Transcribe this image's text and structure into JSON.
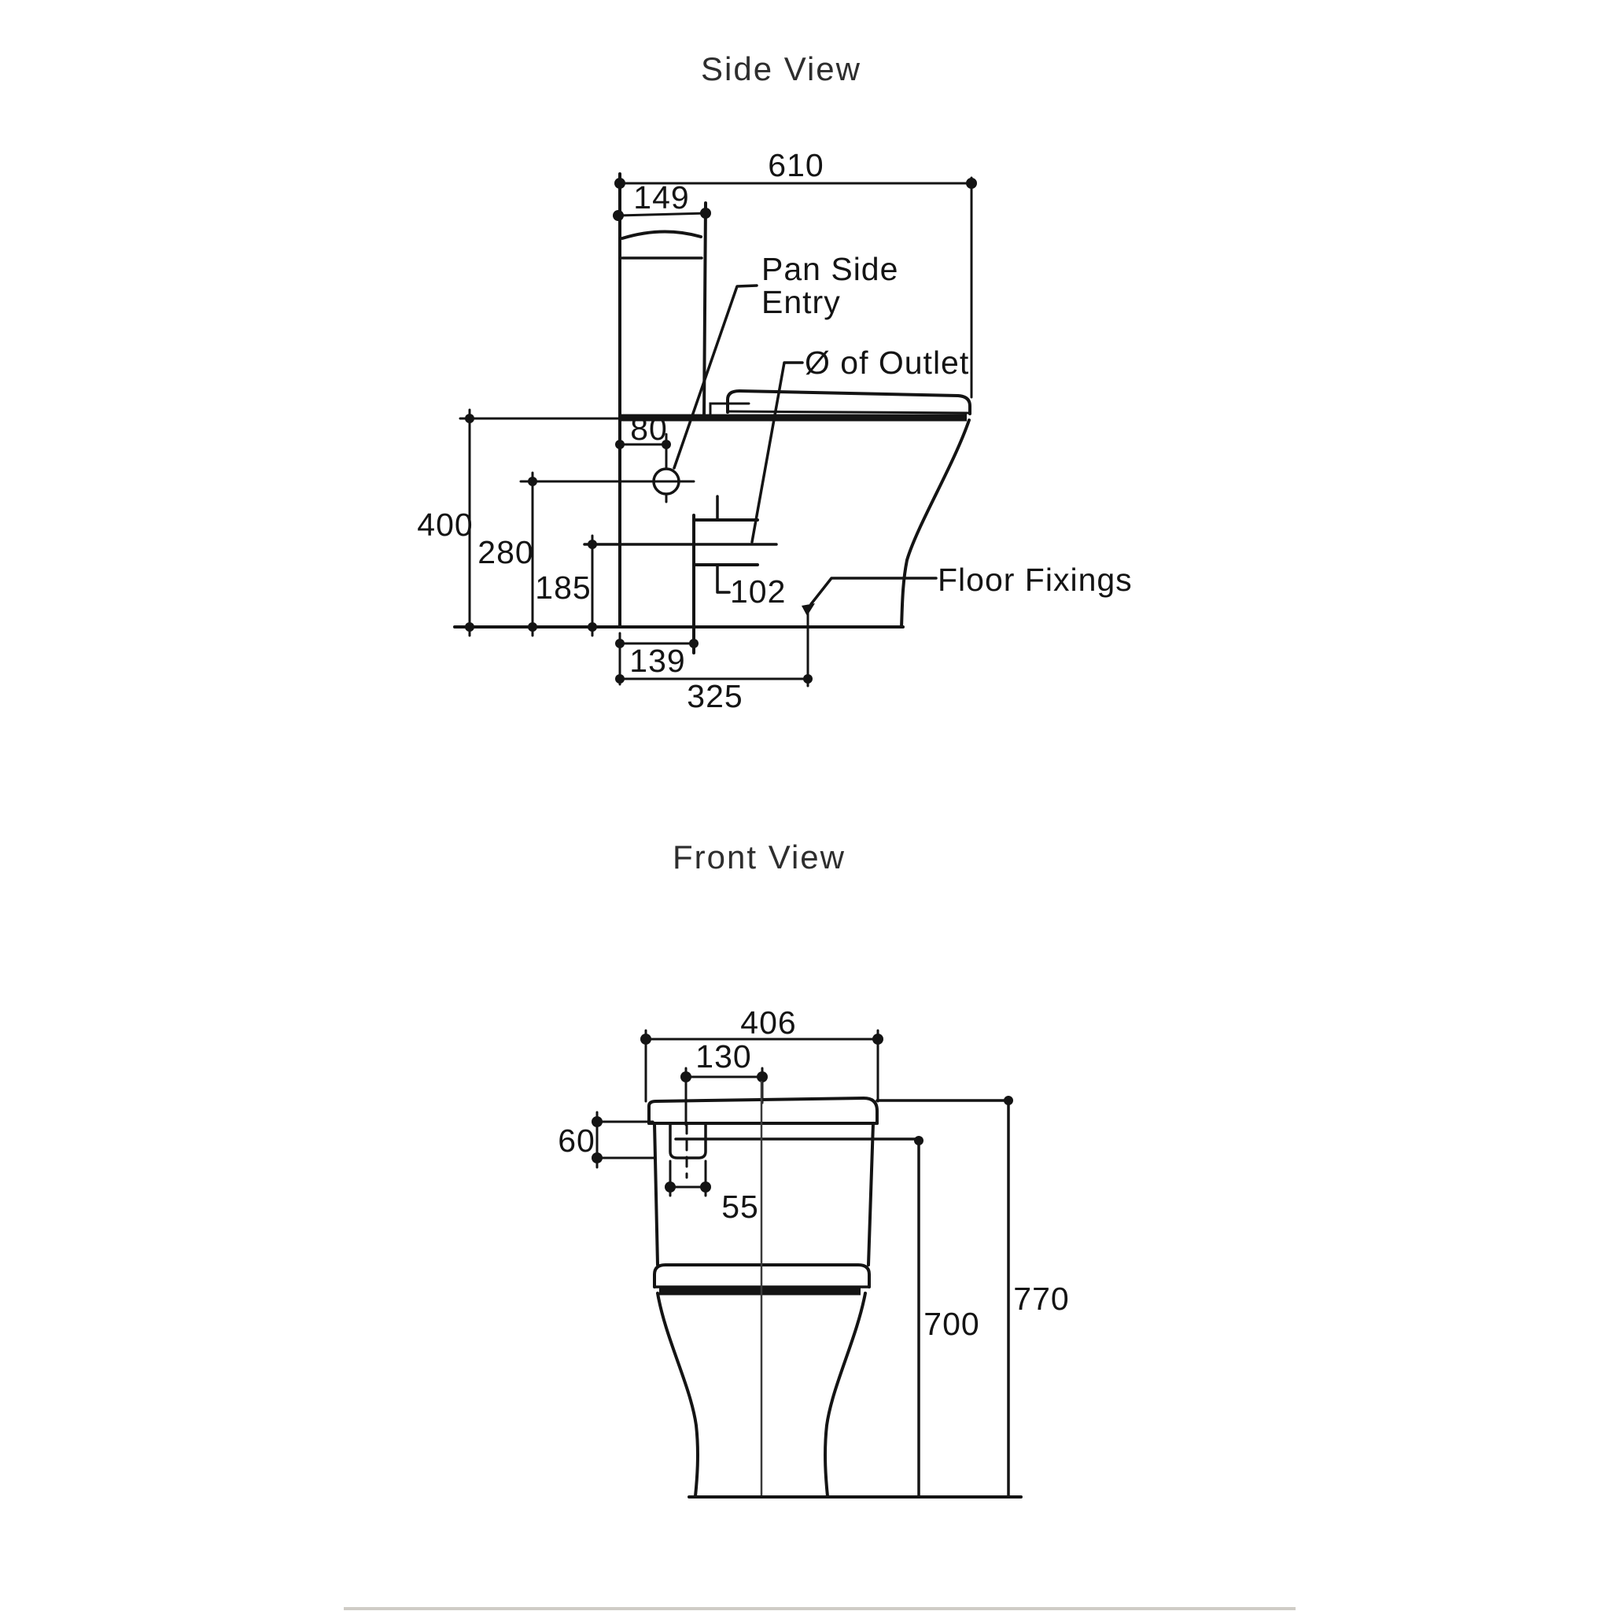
{
  "app": {
    "background": "#ffffff",
    "ink_color": "#141414",
    "title_color": "#2e2e2e"
  },
  "side_view": {
    "title": "Side View",
    "dims": {
      "overall_depth": "610",
      "cistern_depth": "149",
      "entry_offset": "80",
      "seat_height": "400",
      "entry_height": "280",
      "outlet_height": "185",
      "outlet_diameter": "102",
      "outlet_setout": "139",
      "fixing_setout": "325"
    },
    "labels": {
      "pan_side_entry_line1": "Pan Side",
      "pan_side_entry_line2": "Entry",
      "outlet": "Ø of Outlet",
      "floor_fixings": "Floor Fixings"
    }
  },
  "front_view": {
    "title": "Front View",
    "dims": {
      "cistern_width": "406",
      "inlet_offset": "130",
      "inlet_drop": "60",
      "inlet_width": "55",
      "waterline_height": "700",
      "overall_height": "770"
    }
  }
}
